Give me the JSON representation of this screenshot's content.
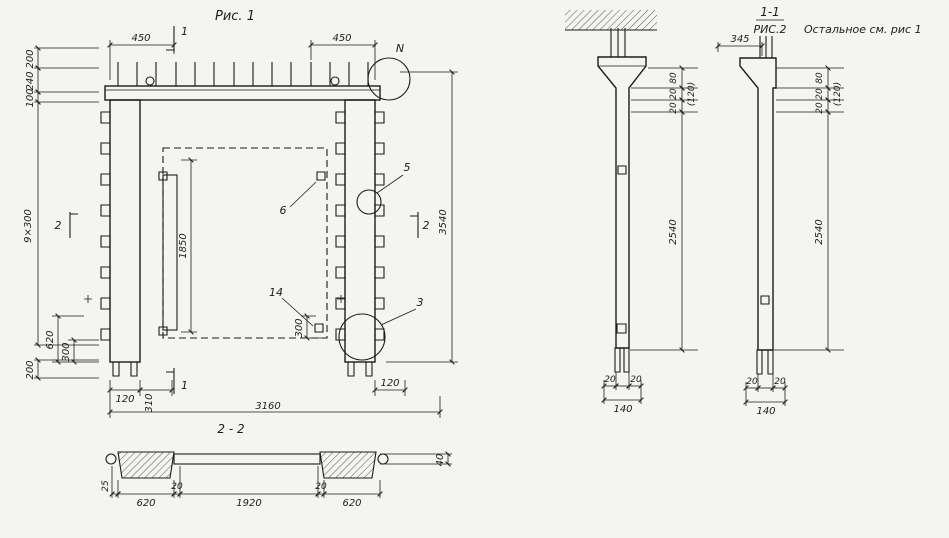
{
  "colors": {
    "paper": "#f4f4f0",
    "ink": "#1c1c1c"
  },
  "fig1": {
    "title": "Рис. 1",
    "dims": {
      "top_left_450": "450",
      "top_right_450": "450",
      "left_200_top": "200",
      "left_240": "240",
      "left_100": "100",
      "left_9x300": "9×300",
      "left_620": "620",
      "left_300": "300",
      "left_200_bottom": "200",
      "right_3540": "3540",
      "inner_1850": "1850",
      "inner_300": "300",
      "bottom_120_left": "120",
      "bottom_310": "310",
      "bottom_3160": "3160",
      "bottom_120_right": "120"
    },
    "markers": {
      "sec1_top": "1",
      "sec1_bottom": "1",
      "sec2_left": "2",
      "sec2_right": "2"
    },
    "callouts": {
      "n": "N",
      "c5": "5",
      "c6": "6",
      "c14": "14",
      "c3": "3"
    }
  },
  "section22": {
    "title": "2 - 2",
    "dims": {
      "h_40": "40",
      "left_25": "25",
      "left_620": "620",
      "left_20": "20",
      "mid_1920": "1920",
      "right_20": "20",
      "right_620": "620"
    }
  },
  "fig2": {
    "section_label": "1-1",
    "title": "РИС.2",
    "note": "Остальное см. рис 1",
    "dim_345": "345",
    "left_col": {
      "d_80": "80",
      "d_20a": "20",
      "d_120": "(120)",
      "d_20b": "20",
      "d_2540": "2540",
      "b_20a": "20",
      "b_20b": "20",
      "b_140": "140"
    },
    "right_col": {
      "d_80": "80",
      "d_20a": "20",
      "d_120": "(120)",
      "d_20b": "20",
      "d_2540": "2540",
      "b_20a": "20",
      "b_20b": "20",
      "b_140": "140"
    }
  }
}
